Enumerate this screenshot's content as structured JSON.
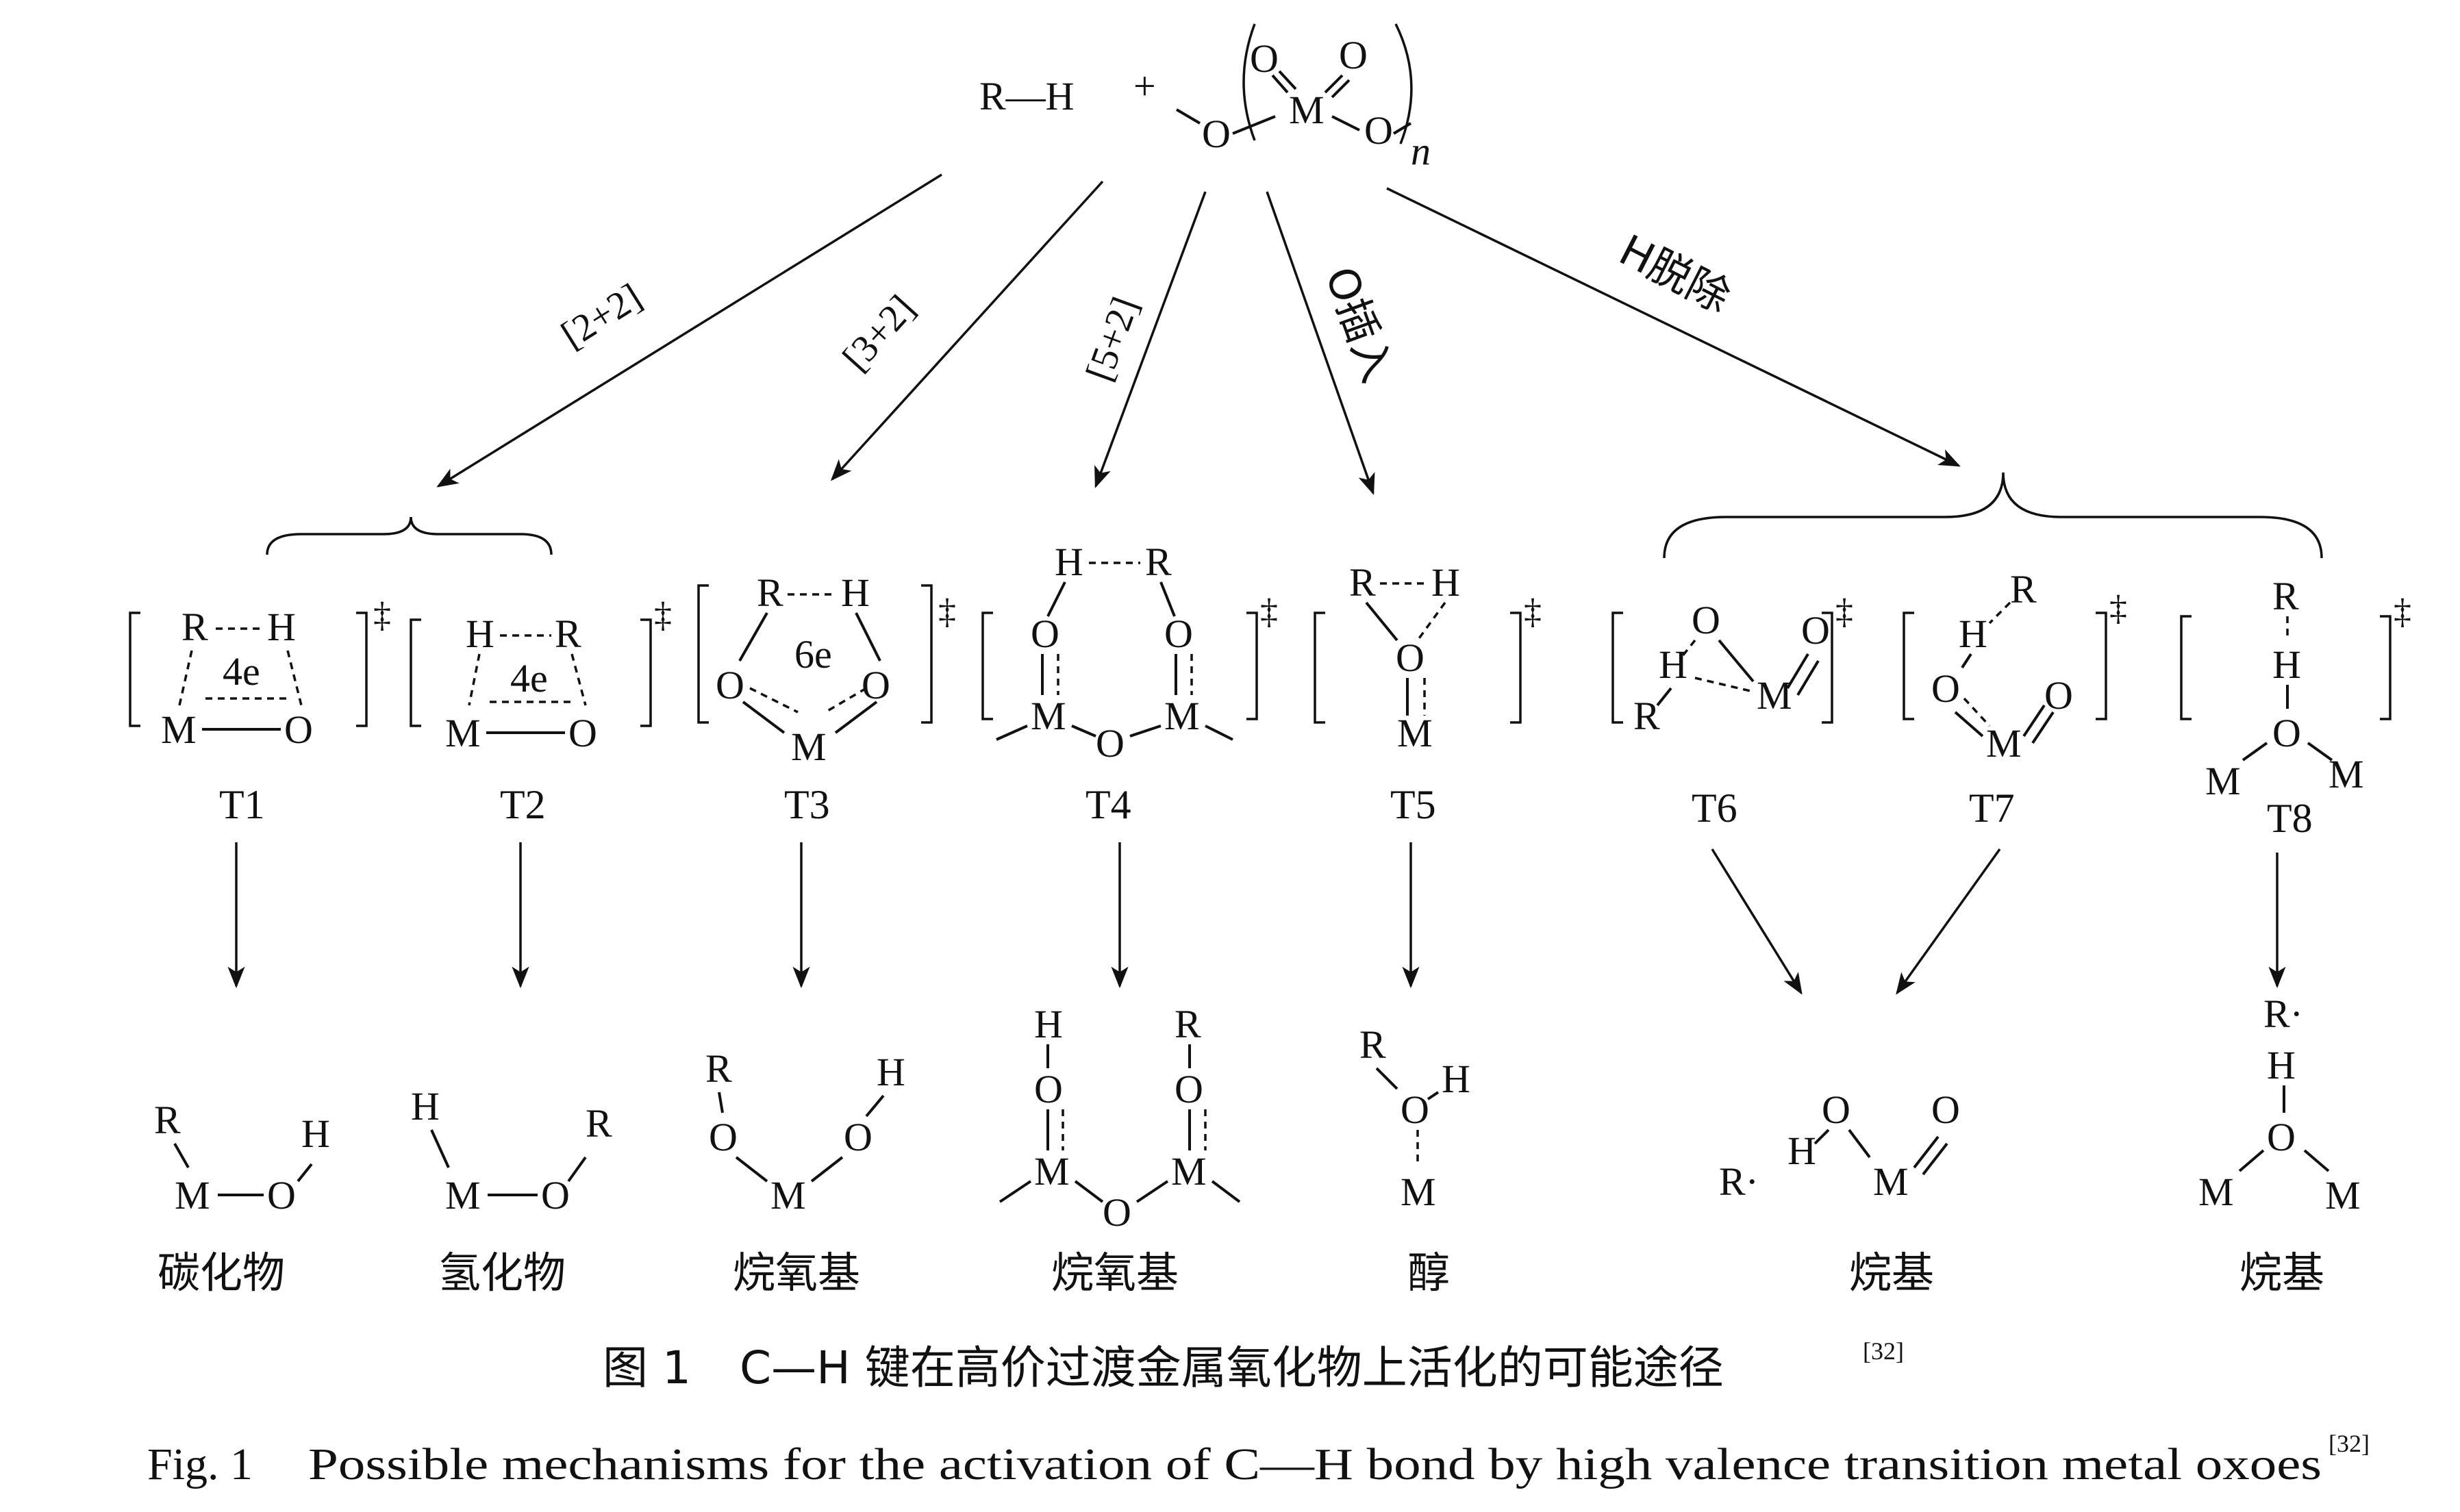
{
  "reactant": {
    "rh": "R—H",
    "plus": "+",
    "o": "O",
    "m": "M",
    "n": "n"
  },
  "pathways": {
    "p1": "[2+2]",
    "p2": "[3+2]",
    "p3": "[5+2]",
    "p4": "O插入",
    "p5": "H脱除"
  },
  "transition_labels": [
    "T1",
    "T2",
    "T3",
    "T4",
    "T5",
    "T6",
    "T7",
    "T8"
  ],
  "electron_counts": [
    "4e",
    "4e",
    "6e"
  ],
  "atoms": {
    "r": "R",
    "h": "H",
    "o": "O",
    "m": "M",
    "dagger": "‡",
    "radical": "R·"
  },
  "products": [
    "碳化物",
    "氢化物",
    "烷氧基",
    "烷氧基",
    "醇",
    "烷基",
    "烷基"
  ],
  "caption": {
    "zh_prefix": "图 1",
    "zh_text": "C—H 键在高价过渡金属氧化物上活化的可能途径",
    "en_prefix": "Fig. 1",
    "en_text": "Possible mechanisms for the activation of C—H bond by high valence transition metal oxoes",
    "ref": "[32]"
  }
}
